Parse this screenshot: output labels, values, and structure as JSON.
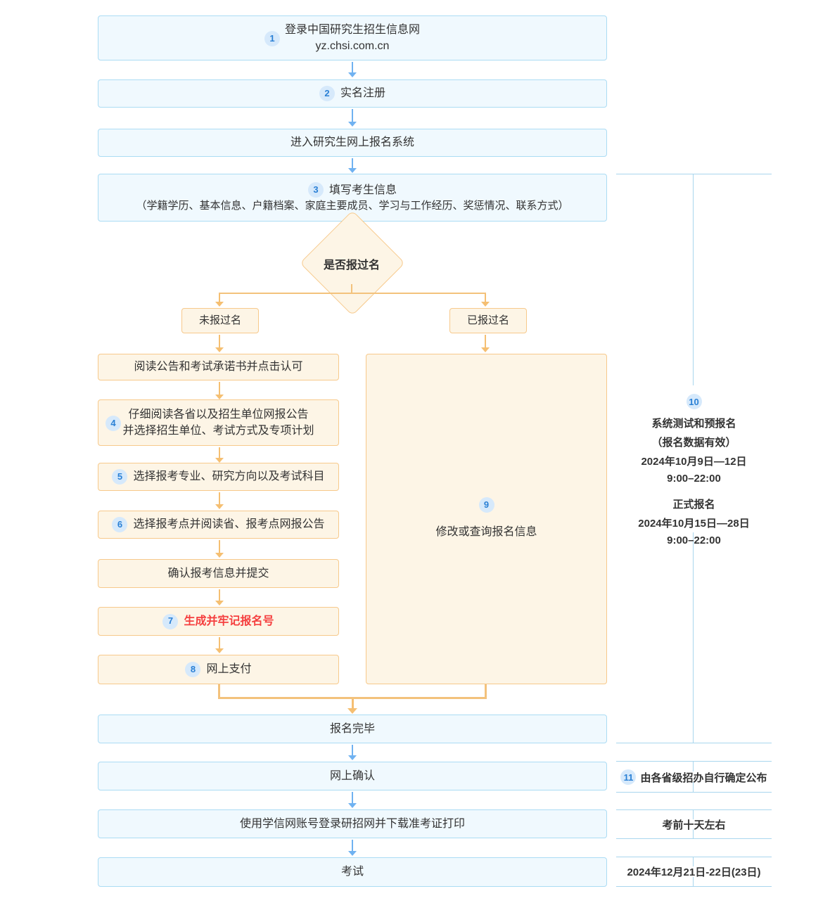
{
  "colors": {
    "blue_box_fill": "#f0f9fe",
    "blue_box_border": "#abdcf4",
    "orange_box_fill": "#fdf5e6",
    "orange_box_border": "#f7c98b",
    "badge_bg": "#d6e9fb",
    "badge_text": "#2a80d5",
    "arrow_blue": "#70b2f1",
    "arrow_orange": "#f5bf72",
    "bracket_blue": "#a9d6ee",
    "highlight_red": "#f53f3f"
  },
  "flow": {
    "step1": {
      "badge": "1",
      "title": "登录中国研究生招生信息网",
      "subtitle": "yz.chsi.com.cn"
    },
    "step2": {
      "badge": "2",
      "label": "实名注册"
    },
    "step3": {
      "label": "进入研究生网上报名系统"
    },
    "step4": {
      "badge": "3",
      "title": "填写考生信息",
      "detail": "（学籍学历、基本信息、户籍档案、家庭主要成员、学习与工作经历、奖惩情况、联系方式）"
    },
    "decision": {
      "label": "是否报过名"
    },
    "branch_left": {
      "label": "未报过名"
    },
    "branch_right": {
      "label": "已报过名"
    },
    "left_steps": [
      {
        "label": "阅读公告和考试承诺书并点击认可"
      },
      {
        "badge": "4",
        "line1": "仔细阅读各省以及招生单位网报公告",
        "line2": "并选择招生单位、考试方式及专项计划"
      },
      {
        "badge": "5",
        "label": "选择报考专业、研究方向以及考试科目"
      },
      {
        "badge": "6",
        "label": "选择报考点并阅读省、报考点网报公告"
      },
      {
        "label": "确认报考信息并提交"
      },
      {
        "badge": "7",
        "label": "生成并牢记报名号"
      },
      {
        "badge": "8",
        "label": "网上支付"
      }
    ],
    "modify": {
      "badge": "9",
      "label": "修改或查询报名信息"
    },
    "finish": {
      "label": "报名完毕"
    },
    "confirm": {
      "label": "网上确认"
    },
    "ticket": {
      "label": "使用学信网账号登录研招网并下载准考证打印"
    },
    "exam": {
      "label": "考试"
    }
  },
  "timeline": {
    "pre_registration": {
      "badge": "10",
      "title": "系统测试和预报名",
      "note": "（报名数据有效）",
      "date": "2024年10月9日—12日",
      "time": "9:00–22:00"
    },
    "official_registration": {
      "title": "正式报名",
      "date": "2024年10月15日—28日",
      "time": "9:00–22:00"
    },
    "confirm_note": {
      "badge": "11",
      "label": "由各省级招办自行确定公布"
    },
    "ticket_note": {
      "label": "考前十天左右"
    },
    "exam_date": {
      "label": "2024年12月21日-22日(23日)"
    }
  }
}
